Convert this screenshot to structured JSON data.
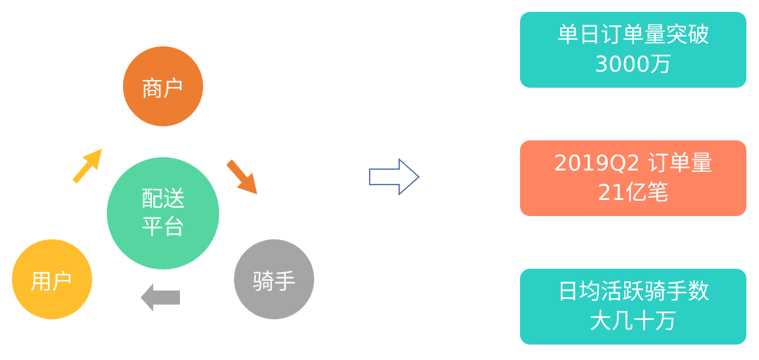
{
  "diagram": {
    "nodes": {
      "merchant": {
        "label": "商户",
        "color": "#ED7D31"
      },
      "platform": {
        "label": "配送\n平台",
        "color": "#55D6A0"
      },
      "user": {
        "label": "用户",
        "color": "#FFBE2E"
      },
      "rider": {
        "label": "骑手",
        "color": "#A5A5A5"
      }
    },
    "arrows": {
      "user_to_merchant": {
        "color": "#FFC024"
      },
      "merchant_to_rider": {
        "color": "#ED7D31"
      },
      "rider_to_user": {
        "color": "#A5A5A5"
      },
      "big_arrow": {
        "color": "#2E5597"
      }
    },
    "stats": [
      {
        "text": "单日订单量突破\n3000万",
        "color": "#2CCFC3"
      },
      {
        "text": "2019Q2 订单量\n21亿笔",
        "color": "#FF8462"
      },
      {
        "text": "日均活跃骑手数\n大几十万",
        "color": "#2CCFC3"
      }
    ]
  }
}
